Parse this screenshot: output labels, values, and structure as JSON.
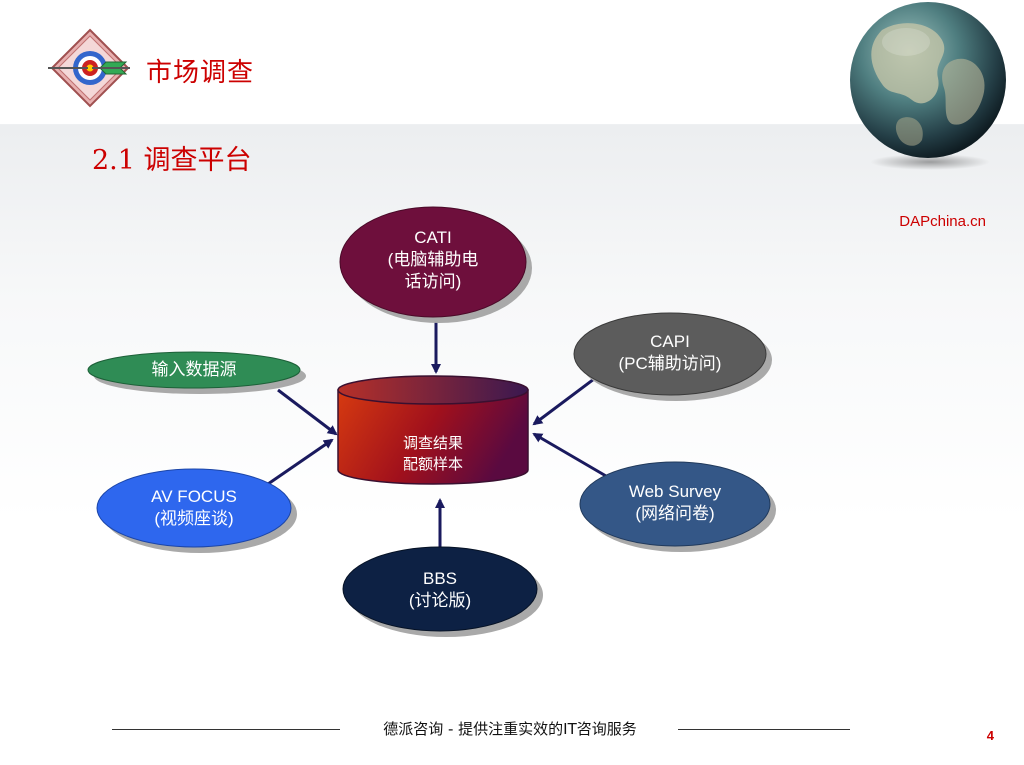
{
  "header": {
    "title": "市场调查",
    "subtitle": "2.1 调查平台",
    "brand": "DAPchina.cn"
  },
  "diagram": {
    "center": {
      "line1": "调查结果",
      "line2": "配额样本"
    },
    "nodes": {
      "cati": {
        "line1": "CATI",
        "line2": "(电脑辅助电",
        "line3": "话访问)"
      },
      "capi": {
        "line1": "CAPI",
        "line2": "(PC辅助访问)"
      },
      "input": {
        "line1": "输入数据源"
      },
      "avfocus": {
        "line1": "AV FOCUS",
        "line2": "(视频座谈)"
      },
      "websurvey": {
        "line1": "Web Survey",
        "line2": "(网络问卷)"
      },
      "bbs": {
        "line1": "BBS",
        "line2": "(讨论版)"
      }
    }
  },
  "footer": {
    "text": "德派咨询 - 提供注重实效的IT咨询服务",
    "page_number": "4"
  }
}
